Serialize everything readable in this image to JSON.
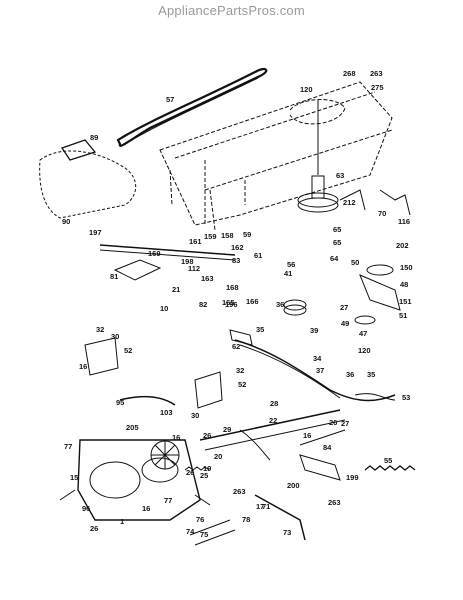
{
  "watermark": "AppliancePartsPros.com",
  "callouts": [
    {
      "id": "57",
      "text": "57"
    },
    {
      "id": "120a",
      "text": "120"
    },
    {
      "id": "268",
      "text": "268"
    },
    {
      "id": "263a",
      "text": "263"
    },
    {
      "id": "275",
      "text": "275"
    },
    {
      "id": "89",
      "text": "89"
    },
    {
      "id": "63",
      "text": "63"
    },
    {
      "id": "90",
      "text": "90"
    },
    {
      "id": "212",
      "text": "212"
    },
    {
      "id": "70",
      "text": "70"
    },
    {
      "id": "116",
      "text": "116"
    },
    {
      "id": "59",
      "text": "59"
    },
    {
      "id": "65a",
      "text": "65"
    },
    {
      "id": "65b",
      "text": "65"
    },
    {
      "id": "197",
      "text": "197"
    },
    {
      "id": "61",
      "text": "61"
    },
    {
      "id": "56",
      "text": "56"
    },
    {
      "id": "41",
      "text": "41"
    },
    {
      "id": "64",
      "text": "64"
    },
    {
      "id": "50",
      "text": "50"
    },
    {
      "id": "202",
      "text": "202"
    },
    {
      "id": "150",
      "text": "150"
    },
    {
      "id": "161",
      "text": "161"
    },
    {
      "id": "159",
      "text": "159"
    },
    {
      "id": "158",
      "text": "158"
    },
    {
      "id": "169",
      "text": "169"
    },
    {
      "id": "198",
      "text": "198"
    },
    {
      "id": "162",
      "text": "162"
    },
    {
      "id": "112",
      "text": "112"
    },
    {
      "id": "83",
      "text": "83"
    },
    {
      "id": "81",
      "text": "81"
    },
    {
      "id": "163",
      "text": "163"
    },
    {
      "id": "48",
      "text": "48"
    },
    {
      "id": "21",
      "text": "21"
    },
    {
      "id": "168",
      "text": "168"
    },
    {
      "id": "165",
      "text": "165"
    },
    {
      "id": "166",
      "text": "166"
    },
    {
      "id": "82",
      "text": "82"
    },
    {
      "id": "196",
      "text": "196"
    },
    {
      "id": "36",
      "text": "36"
    },
    {
      "id": "27a",
      "text": "27"
    },
    {
      "id": "151",
      "text": "151"
    },
    {
      "id": "10",
      "text": "10"
    },
    {
      "id": "49",
      "text": "49"
    },
    {
      "id": "51",
      "text": "51"
    },
    {
      "id": "35a",
      "text": "35"
    },
    {
      "id": "39",
      "text": "39"
    },
    {
      "id": "47",
      "text": "47"
    },
    {
      "id": "32a",
      "text": "32"
    },
    {
      "id": "30a",
      "text": "30"
    },
    {
      "id": "62",
      "text": "62"
    },
    {
      "id": "120b",
      "text": "120"
    },
    {
      "id": "52a",
      "text": "52"
    },
    {
      "id": "16a",
      "text": "16"
    },
    {
      "id": "34",
      "text": "34"
    },
    {
      "id": "37",
      "text": "37"
    },
    {
      "id": "32b",
      "text": "32"
    },
    {
      "id": "52b",
      "text": "52"
    },
    {
      "id": "36b",
      "text": "36"
    },
    {
      "id": "35b",
      "text": "35"
    },
    {
      "id": "30b",
      "text": "30"
    },
    {
      "id": "53",
      "text": "53"
    },
    {
      "id": "95",
      "text": "95"
    },
    {
      "id": "103",
      "text": "103"
    },
    {
      "id": "28",
      "text": "28"
    },
    {
      "id": "205",
      "text": "205"
    },
    {
      "id": "26a",
      "text": "26"
    },
    {
      "id": "29",
      "text": "29"
    },
    {
      "id": "27b",
      "text": "27"
    },
    {
      "id": "16b",
      "text": "16"
    },
    {
      "id": "26b",
      "text": "26"
    },
    {
      "id": "22",
      "text": "22"
    },
    {
      "id": "77a",
      "text": "77"
    },
    {
      "id": "20",
      "text": "20"
    },
    {
      "id": "16c",
      "text": "16"
    },
    {
      "id": "84",
      "text": "84"
    },
    {
      "id": "19",
      "text": "19"
    },
    {
      "id": "15",
      "text": "15"
    },
    {
      "id": "26c",
      "text": "26"
    },
    {
      "id": "25",
      "text": "25"
    },
    {
      "id": "55",
      "text": "55"
    },
    {
      "id": "199",
      "text": "199"
    },
    {
      "id": "263b",
      "text": "263"
    },
    {
      "id": "200",
      "text": "200"
    },
    {
      "id": "17",
      "text": "17"
    },
    {
      "id": "71",
      "text": "71"
    },
    {
      "id": "263c",
      "text": "263"
    },
    {
      "id": "77b",
      "text": "77"
    },
    {
      "id": "96",
      "text": "96"
    },
    {
      "id": "16d",
      "text": "16"
    },
    {
      "id": "1",
      "text": "1"
    },
    {
      "id": "76",
      "text": "76"
    },
    {
      "id": "74",
      "text": "74"
    },
    {
      "id": "75",
      "text": "75"
    },
    {
      "id": "78",
      "text": "78"
    },
    {
      "id": "73",
      "text": "73"
    },
    {
      "id": "26d",
      "text": "26"
    }
  ]
}
